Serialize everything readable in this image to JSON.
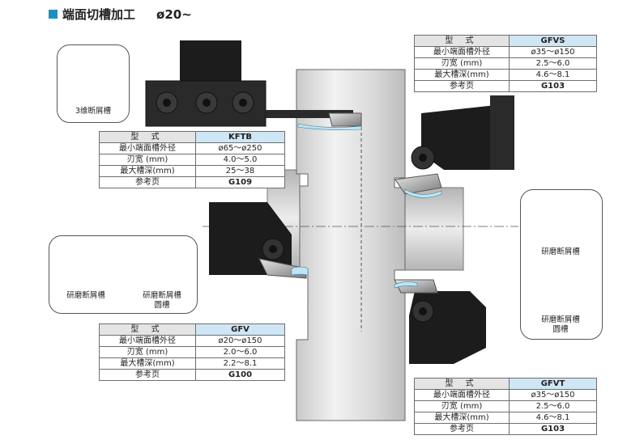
{
  "title": {
    "main": "端面切槽加工",
    "size": "ø20~"
  },
  "tables": {
    "gfvs": {
      "h1": "型 式",
      "model": "GFVS",
      "rows": [
        [
          "最小端面槽外径",
          "ø35～ø150"
        ],
        [
          "刃宽 (mm)",
          "2.5～6.0"
        ],
        [
          "最大槽深(mm)",
          "4.6～8.1"
        ],
        [
          "参考页",
          "G103"
        ]
      ]
    },
    "kftb": {
      "h1": "型 式",
      "model": "KFTB",
      "rows": [
        [
          "最小端面槽外径",
          "ø65～ø250"
        ],
        [
          "刃宽 (mm)",
          "4.0～5.0"
        ],
        [
          "最大槽深(mm)",
          "25～38"
        ],
        [
          "参考页",
          "G109"
        ]
      ]
    },
    "gfv": {
      "h1": "型 式",
      "model": "GFV",
      "rows": [
        [
          "最小端面槽外径",
          "ø20～ø150"
        ],
        [
          "刃宽 (mm)",
          "2.0～6.0"
        ],
        [
          "最大槽深(mm)",
          "2.2～8.1"
        ],
        [
          "参考页",
          "G100"
        ]
      ]
    },
    "gfvt": {
      "h1": "型 式",
      "model": "GFVT",
      "rows": [
        [
          "最小端面槽外径",
          "ø35～ø150"
        ],
        [
          "刃宽 (mm)",
          "2.5～6.0"
        ],
        [
          "最大槽深(mm)",
          "4.6～8.1"
        ],
        [
          "参考页",
          "G103"
        ]
      ]
    }
  },
  "captions": {
    "insert_3d": "3维断屑槽",
    "ground_chip": "研磨断屑槽",
    "ground_chip_round_l1": "研磨断屑槽",
    "ground_chip_round_l2": "圆槽",
    "right_ground": "研磨断屑槽",
    "right_ground_round_l1": "研磨断屑槽",
    "right_ground_round_l2": "圆槽"
  },
  "colors": {
    "accent": "#1f8fc0",
    "model_header": "#cfe6f4",
    "header": "#e4e4e5",
    "tool_dark": "#1c1c1c",
    "coolant": "#bfe4f4"
  }
}
